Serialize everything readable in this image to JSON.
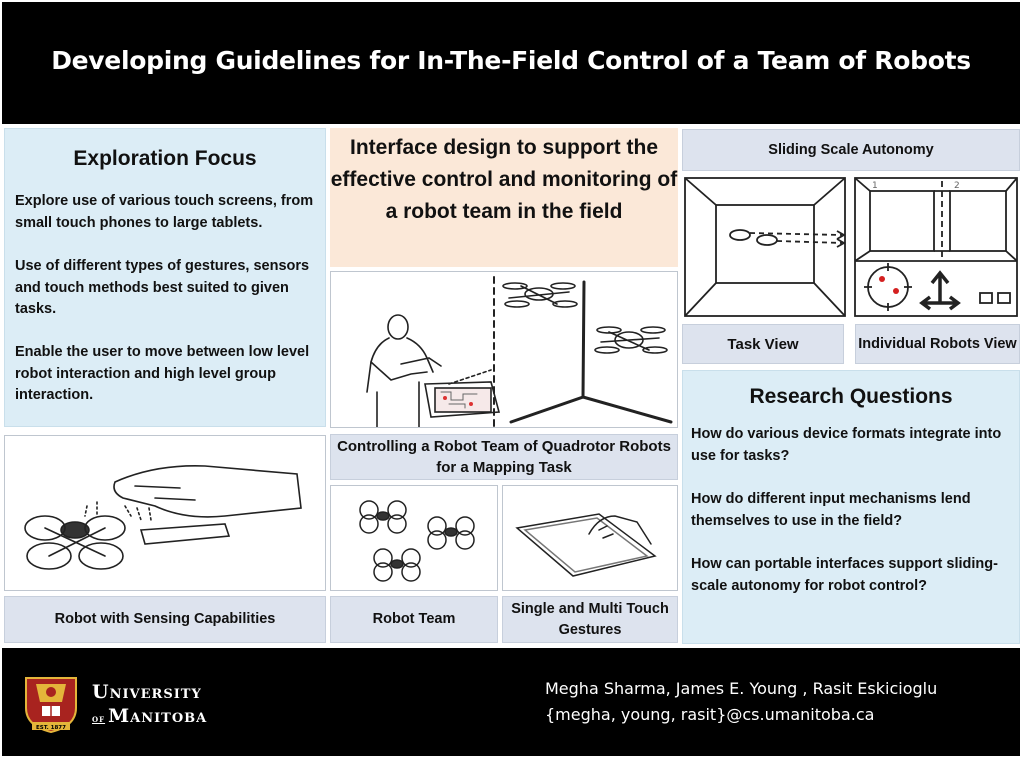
{
  "header": {
    "title": "Developing Guidelines for In-The-Field Control of a Team of Robots"
  },
  "exploration": {
    "title": "Exploration Focus",
    "paragraphs": [
      "Explore use of various touch screens, from small touch phones to large tablets.",
      "Use of different types of gestures, sensors and touch methods best suited to given tasks.",
      "Enable the user to move between low level robot interaction and high level group interaction."
    ]
  },
  "interface": {
    "text": "Interface design to support the effective control and monitoring of a robot team in the field"
  },
  "sliding": {
    "label": "Sliding Scale Autonomy",
    "task_view": "Task View",
    "individual_view": "Individual Robots View",
    "room_numbers": [
      "1",
      "2"
    ]
  },
  "captions": {
    "controlling": "Controlling a Robot Team of Quadrotor Robots for a Mapping Task",
    "sensing": "Robot with Sensing Capabilities",
    "team": "Robot Team",
    "gestures": "Single and Multi Touch Gestures"
  },
  "research": {
    "title": "Research Questions",
    "questions": [
      "How do various device formats integrate into use  for tasks?",
      "How do different input mechanisms lend themselves to use in the field?",
      "How can portable interfaces support sliding-scale autonomy for robot control?"
    ]
  },
  "footer": {
    "university_line1": "University",
    "university_of": "of",
    "university_line2": "Manitoba",
    "crest_year": "EST. 1877",
    "authors": "Megha Sharma, James E. Young , Rasit Eskicioglu",
    "emails": "{megha, young, rasit}@cs.umanitoba.ca"
  },
  "colors": {
    "header_bg": "#000000",
    "panel_blue": "#dcedf6",
    "panel_peach": "#fbe8d8",
    "panel_gray": "#dde3ee",
    "crest_red": "#a8231f",
    "crest_gold": "#e4b53a"
  }
}
